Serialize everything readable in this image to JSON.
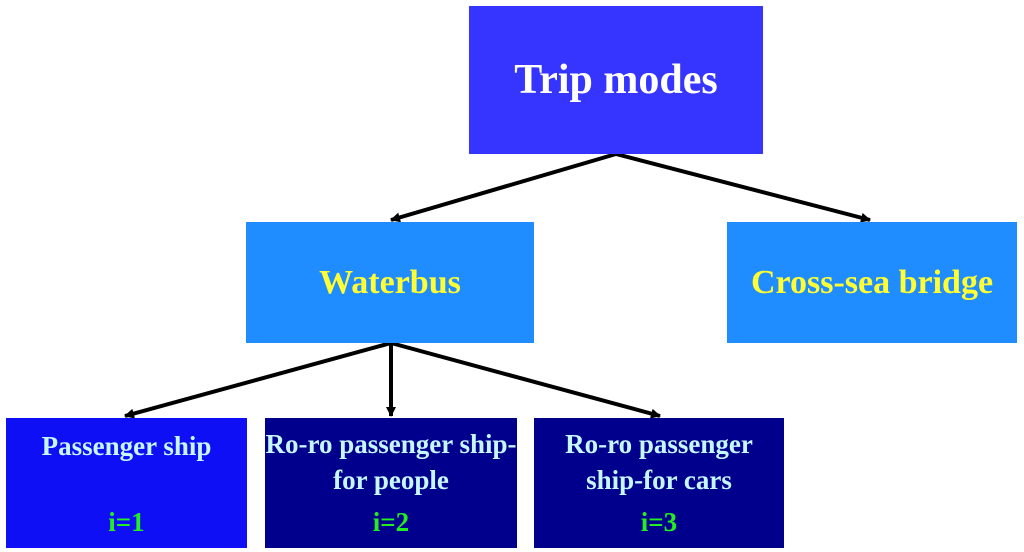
{
  "diagram": {
    "root": {
      "label": "Trip modes"
    },
    "level2": [
      {
        "label": "Waterbus"
      },
      {
        "label": "Cross-sea bridge"
      }
    ],
    "level3": [
      {
        "label": "Passenger ship",
        "index": "i=1"
      },
      {
        "label": "Ro-ro passenger ship-for people",
        "index": "i=2"
      },
      {
        "label": "Ro-ro passenger ship-for cars",
        "index": "i=3"
      }
    ]
  },
  "colors": {
    "root_fill": "#3535ff",
    "mid_fill": "#1f8cff",
    "mid_text": "#ffff33",
    "leaf_fill_1": "#0f0ff5",
    "leaf_fill_2": "#00008c",
    "leaf_text": "#c6f7ff",
    "index_text": "#22ee22",
    "arrow": "#000000"
  }
}
